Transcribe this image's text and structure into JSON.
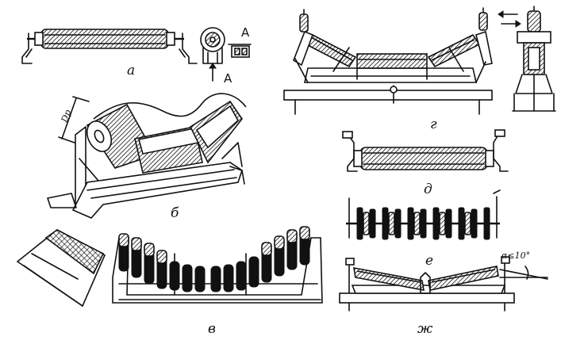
{
  "figure": {
    "labels": {
      "a": "а",
      "b": "б",
      "v": "в",
      "g": "г",
      "d": "д",
      "e": "е",
      "zh": "ж"
    },
    "section_marks": {
      "top": "А",
      "bottom": "А"
    },
    "dimensions": {
      "roller_diameter": "Dр",
      "angle": "α≤10°"
    }
  }
}
